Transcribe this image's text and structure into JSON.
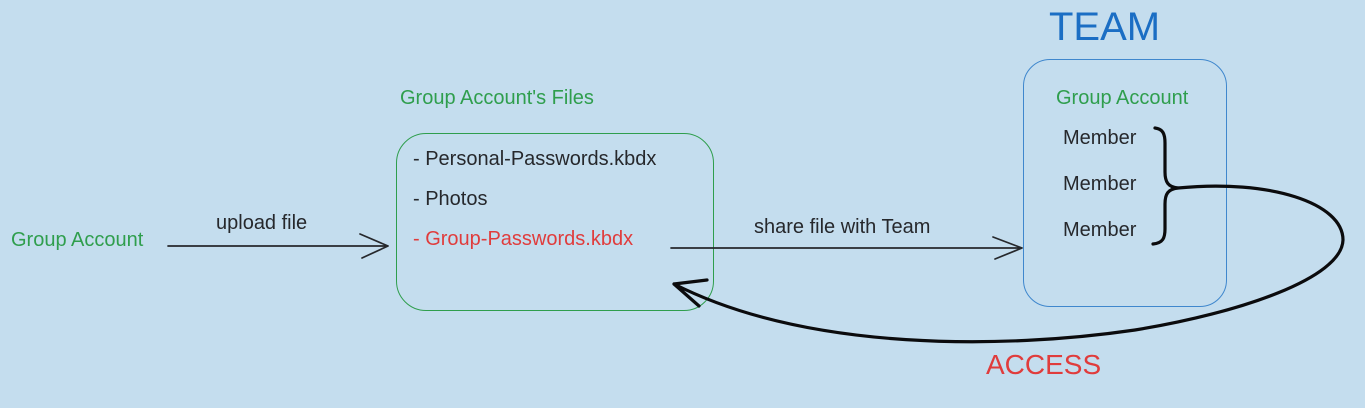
{
  "colors": {
    "background": "#c4ddee",
    "green": "#2f9e4d",
    "blue_text": "#1b6ec4",
    "blue_border": "#3f87cd",
    "red": "#e03c3c",
    "dark": "#26282c"
  },
  "actor": {
    "label": "Group Account"
  },
  "upload_arrow": {
    "label": "upload file"
  },
  "files_box": {
    "title": "Group Account's Files",
    "items": [
      {
        "text": "- Personal-Passwords.kbdx"
      },
      {
        "text": "- Photos"
      },
      {
        "text": "- Group-Passwords.kbdx"
      }
    ]
  },
  "share_arrow": {
    "label": "share file with Team"
  },
  "team": {
    "title": "TEAM",
    "owner_label": "Group Account",
    "members": [
      "Member",
      "Member",
      "Member"
    ]
  },
  "access_arrow": {
    "label": "ACCESS"
  }
}
